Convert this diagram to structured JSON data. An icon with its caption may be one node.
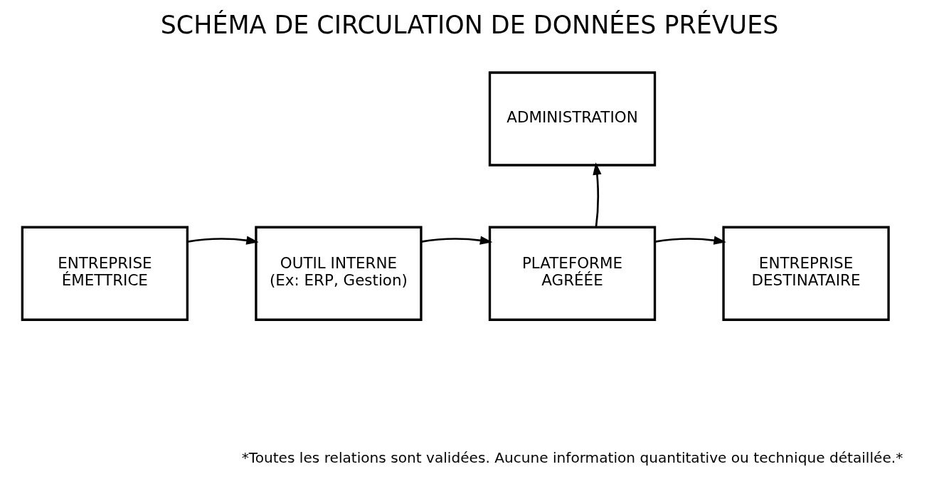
{
  "diagram": {
    "title": "SCHÉMA DE CIRCULATION DE DONNÉES PRÉVUES",
    "caption": "*Toutes les relations sont validées. Aucune information quantitative ou technique détaillée.*",
    "nodes": [
      {
        "text": [
          "ENTREPRISE ÉMETTRICE"
        ]
      },
      {
        "text": [
          "OUTIL INTERNE",
          "(Ex: ERP, Gestion)"
        ]
      },
      {
        "text": [
          "PLATEFORME AGRÉÉE"
        ]
      },
      {
        "text": [
          "ADMINISTRATION"
        ]
      },
      {
        "text": [
          "ENTREPRISE DESTINATAIRE"
        ]
      }
    ],
    "edges": [
      {
        "from": 0,
        "to": 1,
        "arrow": "to"
      },
      {
        "from": 1,
        "to": 2,
        "arrow": "to"
      },
      {
        "from": 2,
        "to": 3,
        "arrow": "to"
      },
      {
        "from": 2,
        "to": 4,
        "arrow": "to"
      }
    ]
  }
}
